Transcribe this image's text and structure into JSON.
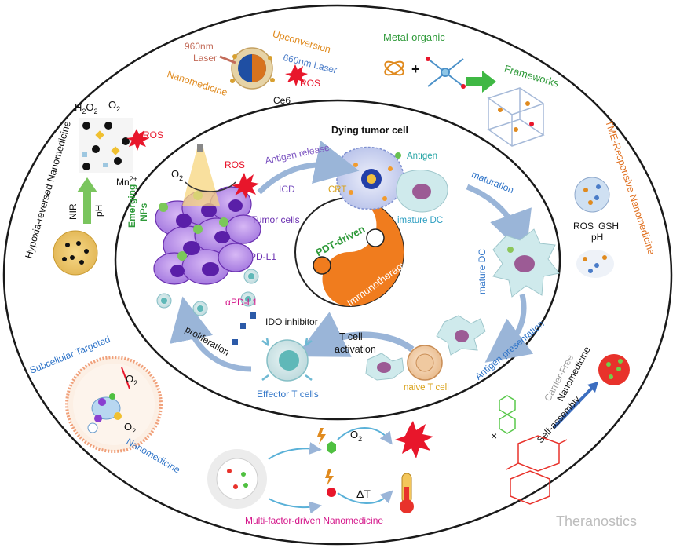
{
  "center": {
    "yin_label": "PDT-driven",
    "yang_label": "Immunotherapy"
  },
  "inner_cycle": {
    "dying_tumor_cell": "Dying tumor cell",
    "antigen": "Antigen",
    "crt": "CRT",
    "imature_dc": "imature DC",
    "maturation": "maturation",
    "mature_dc": "mature DC",
    "antigen_presentation": "Antigen presentation",
    "naive_t_cell": "naive T cell",
    "t_cell_activation_line1": "T  cell",
    "t_cell_activation_line2": "activation",
    "effector_t_cells": "Effector T cells",
    "proliferation": "proliferation",
    "ido_inhibitor": "IDO inhibitor",
    "apd_l1": "αPD-L1",
    "pd_l1": "PD-L1",
    "tumor_cells": "Tumor cells",
    "emerging_nps_line1": "Emerging",
    "emerging_nps_line2": "NPs",
    "o2": "O",
    "o2_sub": "2",
    "ros": "ROS",
    "icd": "ICD",
    "antigen_release": "Antigen  release"
  },
  "outer_ring": {
    "upconversion": {
      "laser960": "960nm",
      "laser960_b": "Laser",
      "upconversion": "Upconversion",
      "laser660": "660nm Laser",
      "ros": "ROS",
      "nanomedicine": "Nanomedicine",
      "ce6": "Ce6"
    },
    "mof": {
      "title1": "Metal-organic",
      "title2": "Frameworks"
    },
    "tme": {
      "title": "TME-Responsive Nanomedicine",
      "ros": "ROS",
      "gsh": "GSH",
      "ph": "pH"
    },
    "carrier_free": {
      "title1": "Carrier-Free",
      "title2": "Nanomedicine",
      "self_assembly": "Self-assembly"
    },
    "multi_factor": {
      "title": "Multi-factor-driven Nanomedicine",
      "o2": "O",
      "o2_sub": "2",
      "delta_t": "ΔT"
    },
    "subcellular": {
      "title1": "Subcellular Targeted",
      "title2": "Nanomedicine",
      "o2": "O",
      "o2_sub": "2"
    },
    "hypoxia": {
      "title": "Hypoxia-reversed Nanomedicine",
      "h2o2": "H",
      "o2": "O",
      "ros": "ROS",
      "nir": "NIR",
      "ph": "pH",
      "mn": "Mn"
    }
  },
  "watermark": "Theranostics",
  "colors": {
    "tumor_purple": "#8a3fd0",
    "yin_orange": "#f07c1e",
    "arrow_blue": "#9ab5d8",
    "label_blue": "#2f74c8",
    "label_green": "#2f9a3a",
    "label_orange": "#e08a1e",
    "ros_red": "#e8162b",
    "magenta": "#d4168a"
  }
}
